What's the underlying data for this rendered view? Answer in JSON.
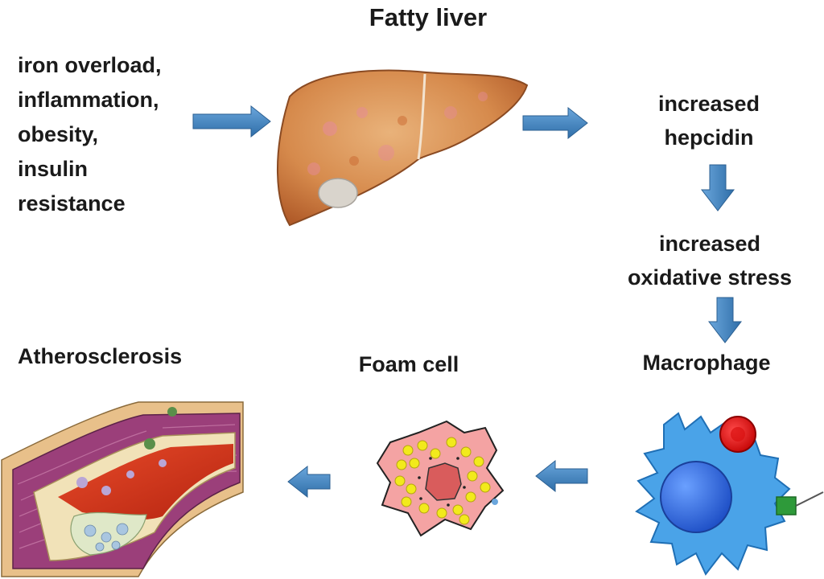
{
  "title": "Fatty liver",
  "causes": [
    "iron overload,",
    "inflammation,",
    "obesity,",
    "insulin",
    "resistance"
  ],
  "steps": {
    "hepcidin": [
      "increased",
      "hepcidin"
    ],
    "oxidative": [
      "increased",
      "oxidative stress"
    ],
    "macrophage": "Macrophage",
    "foam_cell": "Foam cell",
    "atherosclerosis": "Atherosclerosis"
  },
  "colors": {
    "arrow": "#3f7fbf",
    "liver": "#d68a4c",
    "macrophage": "#4aa3e8",
    "nucleus": "#2a6be0",
    "foam_cell": "#f4a3a3",
    "lipid_droplet": "#f2ea1c",
    "vessel_wall": "#9b3f7a",
    "blood": "#d63a1a"
  }
}
